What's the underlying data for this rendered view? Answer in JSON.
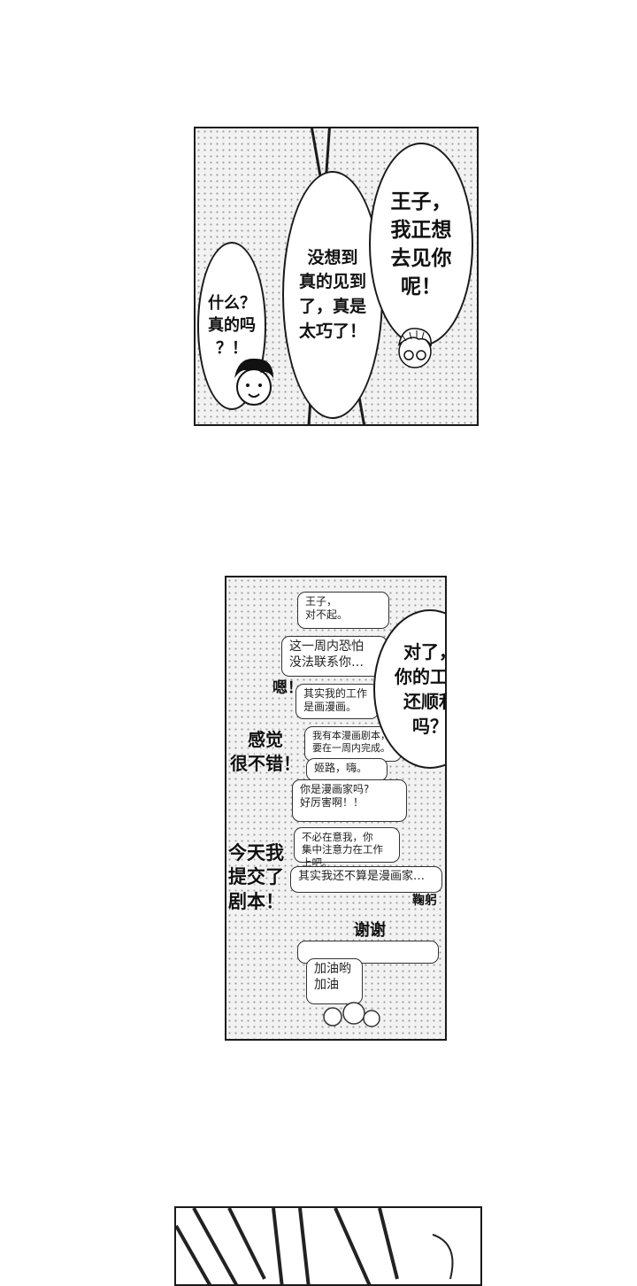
{
  "panel1": {
    "bubble_left": "什么？\n真的吗\n？！",
    "bubble_middle": "没想到\n真的见到\n了，真是\n太巧了！",
    "bubble_right": "王子，\n我正想\n去见你\n呢！"
  },
  "panel2": {
    "messages": [
      "王子，\n对不起。",
      "这一周内恐怕\n没法联系你…",
      "其实我的工作\n是画漫画。",
      "我有本漫画剧本，\n要在一周内完成。",
      "姬路，嗨。",
      "你是漫画家吗?\n好厉害啊！！",
      "不必在意我，你\n集中注意力在工作上吧。",
      "其实我还不算是漫画家…",
      "加油哟\n加油"
    ],
    "shout_en": "嗯！",
    "shout_feel": "感觉\n很不错！",
    "shout_submit": "今天我\n提交了\n剧本！",
    "shout_thanks": "谢谢",
    "shout_sfx": "鞠躬",
    "bubble_right": "对了，\n你的工作\n还顺利\n吗？"
  }
}
